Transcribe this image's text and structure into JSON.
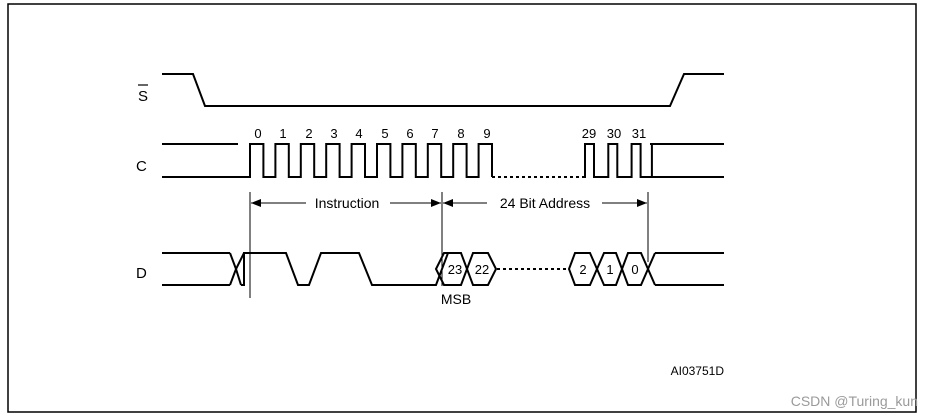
{
  "signals": {
    "s_label": "S",
    "c_label": "C",
    "d_label": "D"
  },
  "clock_ticks": [
    "0",
    "1",
    "2",
    "3",
    "4",
    "5",
    "6",
    "7",
    "8",
    "9",
    "29",
    "30",
    "31"
  ],
  "spans": {
    "instruction": "Instruction",
    "address": "24 Bit Address"
  },
  "data_bits": {
    "first": [
      "23",
      "22"
    ],
    "last": [
      "2",
      "1",
      "0"
    ]
  },
  "msb_label": "MSB",
  "figure_ref": "AI03751D",
  "watermark": "CSDN @Turing_kun"
}
